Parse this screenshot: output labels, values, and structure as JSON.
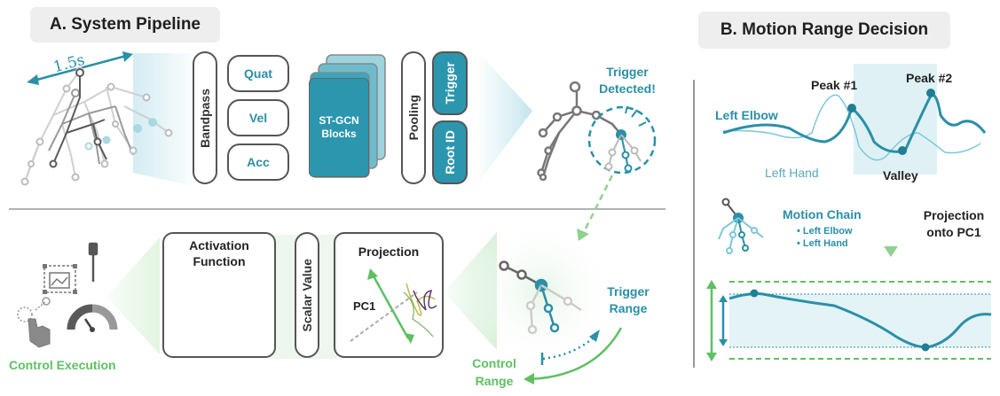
{
  "sectionA": {
    "title": "A. System Pipeline",
    "duration": "1.5s",
    "bandpass": "Bandpass",
    "features": [
      "Quat",
      "Vel",
      "Acc"
    ],
    "stgcn": "ST-GCN\nBlocks",
    "pooling": "Pooling",
    "heads": [
      "Trigger",
      "Root ID"
    ],
    "trigger_detected": "Trigger\nDetected!",
    "activation_title": "Activation\nFunction",
    "scalar_value": "Scalar Value",
    "projection_title": "Projection",
    "pc1": "PC1",
    "trigger_range": "Trigger\nRange",
    "control_range": "Control\nRange",
    "control_execution": "Control Execution"
  },
  "sectionB": {
    "title": "B. Motion Range Decision",
    "peak1": "Peak #1",
    "peak2": "Peak #2",
    "valley": "Valley",
    "left_elbow": "Left Elbow",
    "left_hand": "Left Hand",
    "motion_chain_title": "Motion Chain",
    "motion_chain_items": [
      "Left Elbow",
      "Left Hand"
    ],
    "projection_note": "Projection\nonto PC1"
  },
  "colors": {
    "teal": "#2a8fa8",
    "teal_dark": "#1f7e93",
    "teal_light": "#bfe6ee",
    "green": "#5fbf63",
    "gray_box": "#eeeeee"
  }
}
